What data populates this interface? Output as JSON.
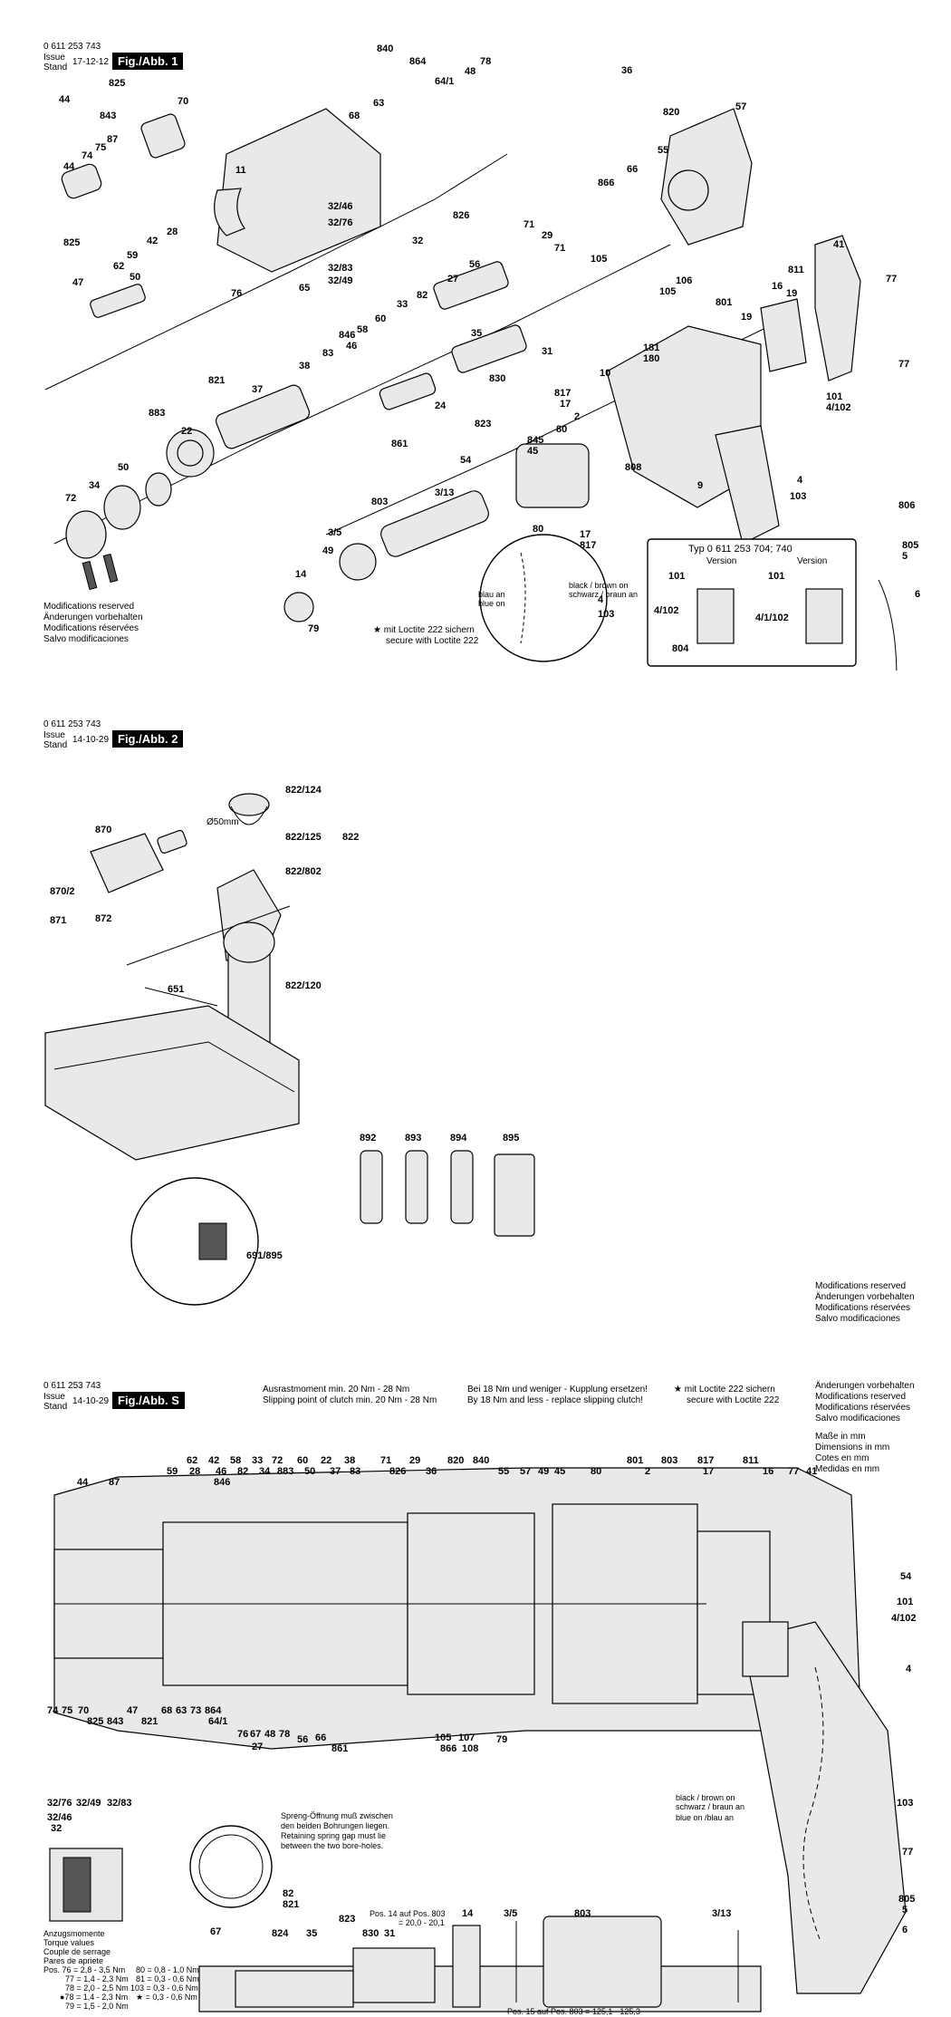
{
  "sheet1": {
    "part_no": "0 611 253 743",
    "issue_label": "Issue",
    "stand_label": "Stand",
    "date": "17-12-12",
    "fig": "Fig./Abb. 1",
    "labels": [
      "840",
      "864",
      "78",
      "48",
      "64/1",
      "36",
      "825",
      "843",
      "44",
      "70",
      "68",
      "63",
      "74",
      "75",
      "87",
      "44",
      "11",
      "820",
      "57",
      "55",
      "66",
      "866",
      "32/46",
      "32/76",
      "32",
      "825",
      "42",
      "59",
      "28",
      "826",
      "71",
      "29",
      "71",
      "47",
      "62",
      "50",
      "65",
      "76",
      "32/83",
      "32/49",
      "27",
      "56",
      "41",
      "105",
      "106",
      "105",
      "77",
      "16",
      "811",
      "19",
      "821",
      "37",
      "38",
      "846",
      "46",
      "58",
      "60",
      "33",
      "82",
      "35",
      "83",
      "830",
      "31",
      "801",
      "19",
      "181",
      "180",
      "10",
      "817",
      "17",
      "77",
      "883",
      "22",
      "24",
      "823",
      "72",
      "34",
      "50",
      "2",
      "845",
      "45",
      "80",
      "861",
      "54",
      "101",
      "4/102",
      "4",
      "103",
      "803",
      "3/13",
      "808",
      "9",
      "3/5",
      "806",
      "49",
      "14",
      "79",
      "80",
      "17",
      "817",
      "4",
      "103",
      "805",
      "5",
      "6"
    ],
    "typ": "Typ 0 611 253 704; 740",
    "version_a": "Version",
    "version_b": "Version",
    "box_labels": [
      "101",
      "101",
      "4/102",
      "804",
      "4/1/102"
    ],
    "wire_note": [
      "black / brown on",
      "schwarz / braun an",
      "blau an",
      "blue on"
    ],
    "loctite": [
      "★ mit Loctite 222 sichern",
      "secure with Loctite 222"
    ],
    "mods": [
      "Modifications reserved",
      "Änderungen vorbehalten",
      "Modifications réservées",
      "Salvo modificaciones"
    ]
  },
  "sheet2": {
    "part_no": "0 611 253 743",
    "issue_label": "Issue",
    "stand_label": "Stand",
    "date": "14-10-29",
    "fig": "Fig./Abb. 2",
    "labels": [
      "822/124",
      "822/125",
      "822",
      "822/802",
      "870",
      "870/2",
      "871",
      "872",
      "651",
      "822/120",
      "Ø50mm",
      "892",
      "893",
      "894",
      "895",
      "691/895"
    ],
    "mods": [
      "Modifications reserved",
      "Änderungen vorbehalten",
      "Modifications réservées",
      "Salvo modificaciones"
    ]
  },
  "sheet3": {
    "part_no": "0 611 253 743",
    "issue_label": "Issue",
    "stand_label": "Stand",
    "date": "14-10-29",
    "fig": "Fig./Abb. S",
    "clutch": [
      "Ausrastmoment min. 20 Nm - 28 Nm",
      "Slipping point of clutch min. 20 Nm - 28 Nm"
    ],
    "coupling": [
      "Bei 18 Nm und weniger - Kupplung ersetzen!",
      "By 18 Nm and less - replace slipping clutch!"
    ],
    "loctite": [
      "★ mit Loctite 222 sichern",
      "secure with Loctite 222"
    ],
    "mods": [
      "Änderungen vorbehalten",
      "Modifications reserved",
      "Modifications réservées",
      "Salvo modificaciones"
    ],
    "dims": [
      "Maße in mm",
      "Dimensions in mm",
      "Cotes en mm",
      "Medidas en mm"
    ],
    "top_labels": [
      "44",
      "87",
      "59",
      "62",
      "28",
      "42",
      "46",
      "846",
      "58",
      "82",
      "33",
      "34",
      "72",
      "883",
      "60",
      "50",
      "22",
      "37",
      "38",
      "83",
      "71",
      "826",
      "29",
      "36",
      "820",
      "840",
      "55",
      "57",
      "49",
      "45",
      "80",
      "801",
      "2",
      "803",
      "817",
      "17",
      "811",
      "16",
      "77",
      "41"
    ],
    "right_labels": [
      "54",
      "101",
      "4/102",
      "4",
      "103",
      "77",
      "805",
      "5",
      "6"
    ],
    "bottom_labels": [
      "74",
      "75",
      "70",
      "825",
      "843",
      "47",
      "821",
      "68",
      "63",
      "73",
      "864",
      "64/1",
      "76",
      "67",
      "48",
      "78",
      "27",
      "56",
      "66",
      "861",
      "105",
      "107",
      "108",
      "866",
      "79"
    ],
    "small_labels": [
      "32/76",
      "32/49",
      "32/83",
      "32/46",
      "32",
      "82",
      "821"
    ],
    "spring": [
      "Spreng-Öffnung muß zwischen",
      "den beiden Bohrungen liegen.",
      "Retaining spring gap must lie",
      "between the two bore-holes."
    ],
    "torque": [
      "Anzugsmomente",
      "Torque values",
      "Couple de serrage",
      "Pares de apriete",
      "Pos. 76 = 2,8 - 3,5 Nm",
      "77 = 1,4 - 2,3 Nm",
      "78 = 2,0 - 2,5 Nm",
      "●78 = 1,4 - 2,3 Nm",
      "79 = 1,5 - 2,0 Nm",
      "80 = 0,8 - 1,0 Nm",
      "81 = 0,3 - 0,6 Nm",
      "103 = 0,3 - 0,6 Nm",
      "★ = 0,3 - 0,6 Nm"
    ],
    "pos14": [
      "Pos. 14 auf Pos. 803",
      "= 20,0 - 20,1"
    ],
    "pos15": "Pos. 15 auf Pos. 803 = 125,1 - 125,3",
    "wire": [
      "black / brown on",
      "schwarz / braun an",
      "blue on /blau an"
    ],
    "rotor_labels": [
      "67",
      "824",
      "35",
      "823",
      "830",
      "31",
      "14",
      "3/5",
      "803",
      "3/13"
    ]
  }
}
